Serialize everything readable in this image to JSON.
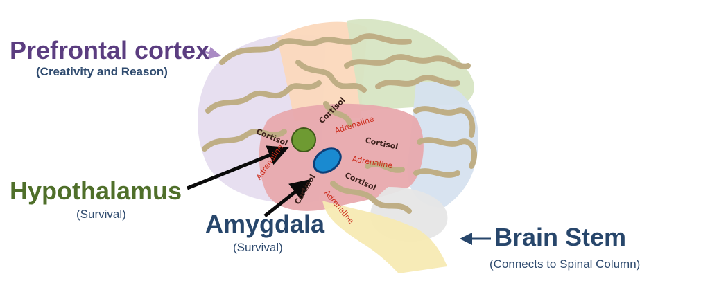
{
  "labels": {
    "prefrontal": {
      "title": "Prefrontal cortex",
      "subtitle": "(Creativity and Reason)"
    },
    "hypothalamus": {
      "title": "Hypothalamus",
      "subtitle": "(Survival)"
    },
    "amygdala": {
      "title": "Amygdala",
      "subtitle": "(Survival)"
    },
    "brain_stem": {
      "title": "Brain Stem",
      "subtitle": "(Connects to Spinal Column)"
    }
  },
  "chemicals": {
    "cortisol": "Cortisol",
    "adrenaline": "Adrenaline"
  },
  "colors": {
    "prefrontal": "#5b3d80",
    "hypothalamus": "#4f6f2a",
    "amygdala": "#27466b",
    "brain_stem": "#27466b",
    "arrow": "#0a0a0a",
    "gyri": "#bfae85",
    "limbic": "#e8a9ad"
  }
}
